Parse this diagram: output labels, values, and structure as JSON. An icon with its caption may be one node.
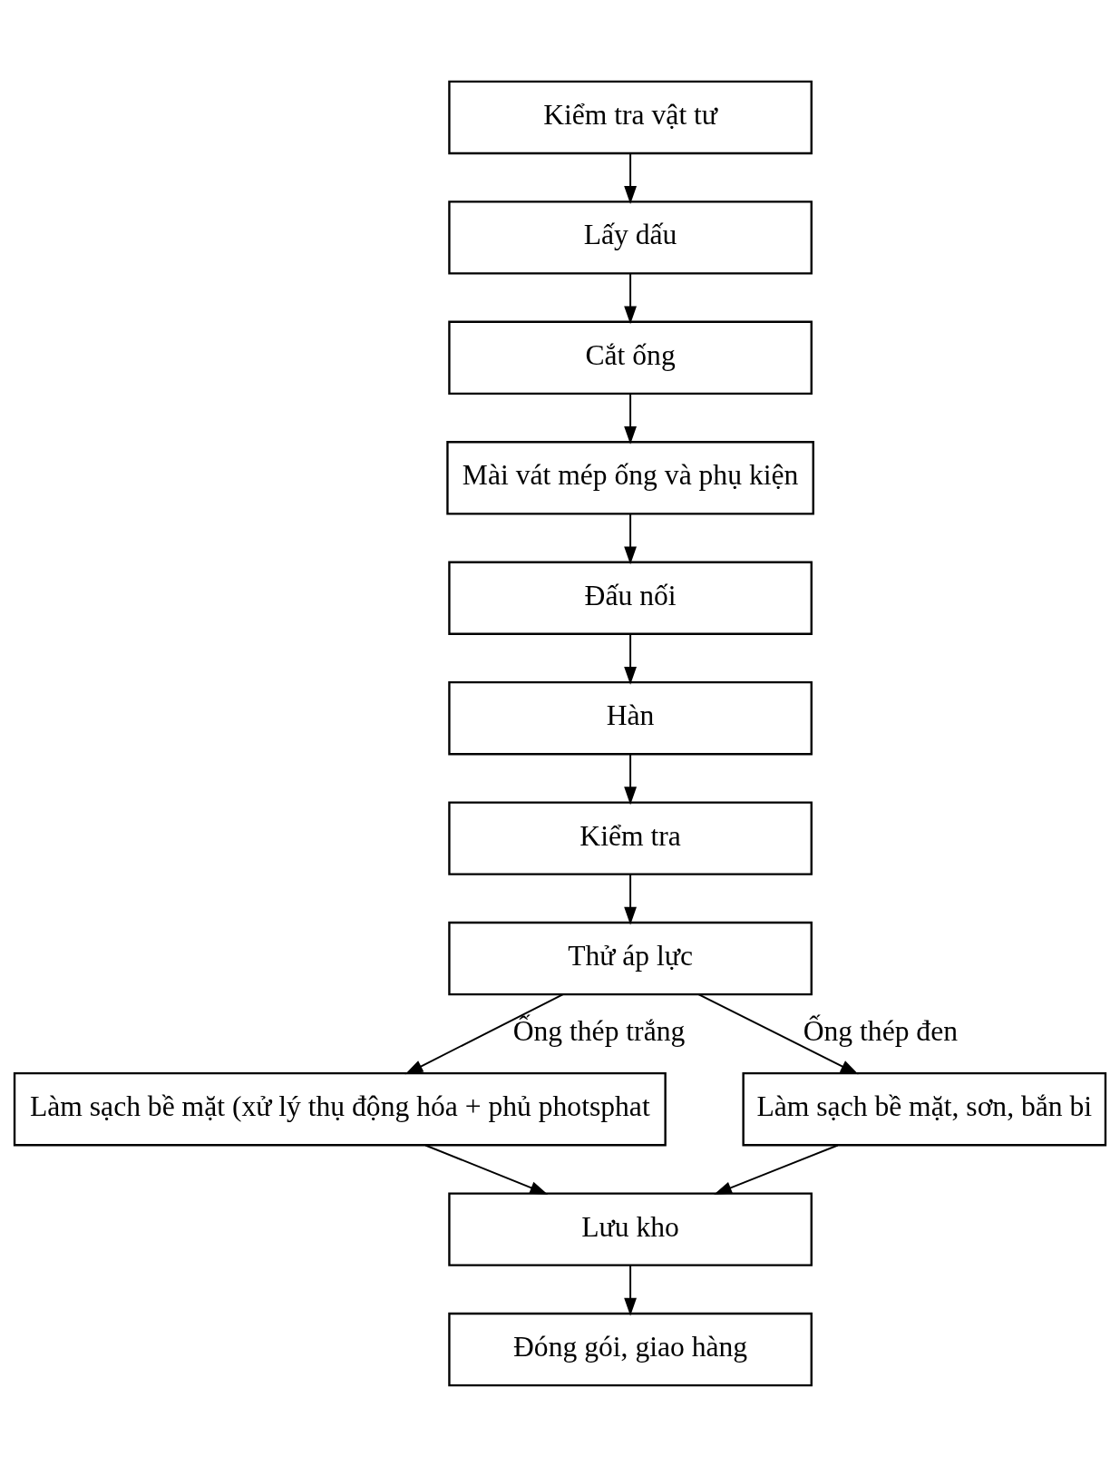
{
  "diagram": {
    "nodes": [
      {
        "text": [
          "Kiểm tra vật tư"
        ]
      },
      {
        "text": [
          "Lấy dấu"
        ]
      },
      {
        "text": [
          "Cắt ống"
        ]
      },
      {
        "text": [
          "Mài vát mép ống và phụ kiện"
        ]
      },
      {
        "text": [
          "Đấu nối"
        ]
      },
      {
        "text": [
          "Hàn"
        ]
      },
      {
        "text": [
          "Kiểm tra"
        ]
      },
      {
        "text": [
          "Thử áp lực"
        ]
      },
      {
        "text": [
          "Làm sạch bề mặt (xử lý thụ động hóa + phủ photsphat"
        ]
      },
      {
        "text": [
          "Làm sạch bề mặt, sơn, bắn bi"
        ]
      },
      {
        "text": [
          "Lưu kho"
        ]
      },
      {
        "text": [
          "Đóng gói, giao hàng"
        ]
      }
    ],
    "edges": [
      {
        "from": 0,
        "to": 1,
        "arrow": "to"
      },
      {
        "from": 1,
        "to": 2,
        "arrow": "to"
      },
      {
        "from": 2,
        "to": 3,
        "arrow": "to"
      },
      {
        "from": 3,
        "to": 4,
        "arrow": "to"
      },
      {
        "from": 4,
        "to": 5,
        "arrow": "to"
      },
      {
        "from": 5,
        "to": 6,
        "arrow": "to"
      },
      {
        "from": 6,
        "to": 7,
        "arrow": "to"
      },
      {
        "from": 7,
        "to": 8,
        "arrow": "to",
        "label": "Ống thép trắng"
      },
      {
        "from": 7,
        "to": 9,
        "arrow": "to",
        "label": "Ống thép đen"
      },
      {
        "from": 8,
        "to": 10,
        "arrow": "to"
      },
      {
        "from": 9,
        "to": 10,
        "arrow": "to"
      },
      {
        "from": 10,
        "to": 11,
        "arrow": "to"
      }
    ]
  }
}
